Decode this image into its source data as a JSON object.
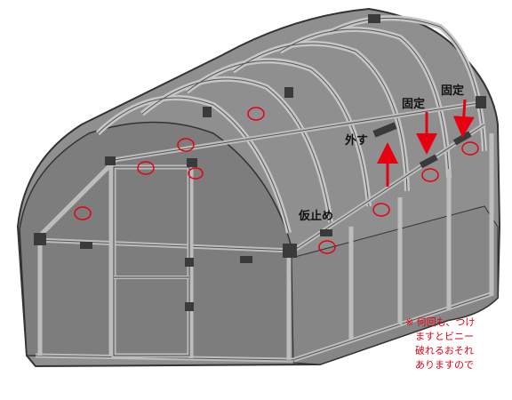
{
  "labels": {
    "remove": "外す",
    "fix_left": "固定",
    "fix_right": "固定",
    "temp_stop": "仮止め"
  },
  "note_lines": [
    "※ 何回も、つけ",
    "　ますとビニー",
    "　破れるおそれ",
    "　ありますので"
  ],
  "colors": {
    "accent": "#e60012",
    "cover": "#8a8a8a",
    "frame": "#b8b8b8",
    "outline": "#333333"
  }
}
